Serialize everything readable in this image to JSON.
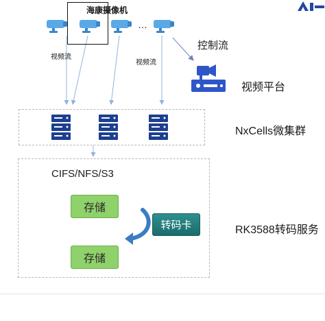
{
  "labels": {
    "camera_group": "海康摄像机",
    "video_stream_left": "视频流",
    "video_stream_right": "视频流",
    "ellipsis": "…",
    "control_stream": "控制流",
    "video_platform": "视频平台",
    "cluster": "NxCells微集群",
    "protocols": "CIFS/NFS/S3",
    "storage_top": "存储",
    "storage_bottom": "存储",
    "transcode_card": "转码卡",
    "transcode_service": "RK3588转码服务"
  },
  "colors": {
    "camera": "#5aa9e6",
    "server": "#1d3f8f",
    "storage": "#8fd16a",
    "transcode": "#1c6b6b",
    "platform": "#2f56c8",
    "arrow_line": "#8fb3e0",
    "curved_arrow": "#3b7cc4"
  },
  "icons": [
    "camera-icon",
    "server-icon",
    "video-platform-icon",
    "curved-arrow-icon",
    "logo"
  ]
}
